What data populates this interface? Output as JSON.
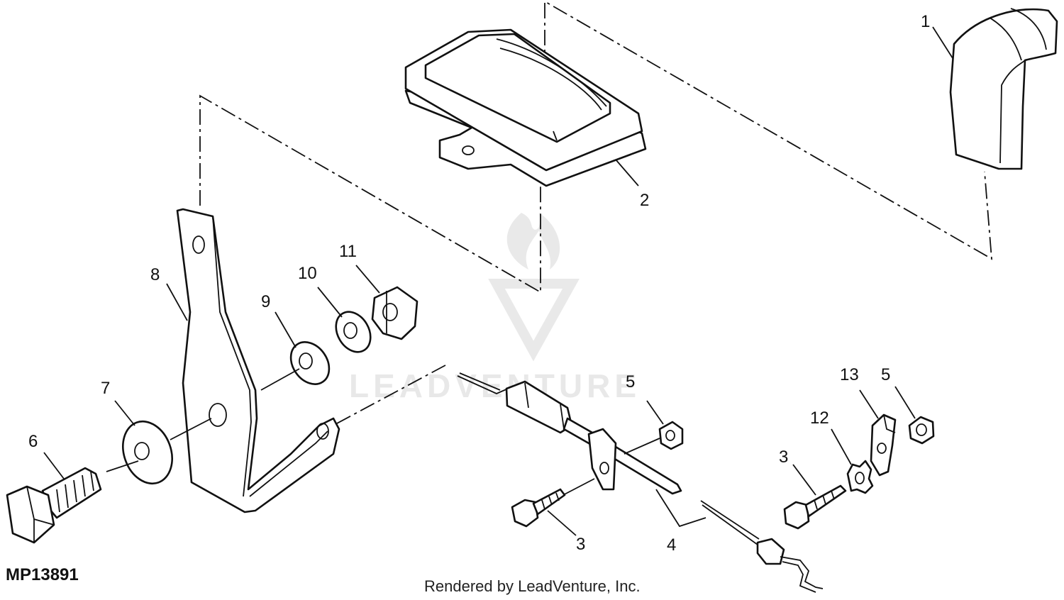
{
  "diagram": {
    "figure_id": "MP13891",
    "credit": "Rendered by LeadVenture, Inc.",
    "watermark": "LEADVENTURE",
    "callouts": [
      {
        "id": "c1",
        "label": "1"
      },
      {
        "id": "c2",
        "label": "2"
      },
      {
        "id": "c3a",
        "label": "3"
      },
      {
        "id": "c3b",
        "label": "3"
      },
      {
        "id": "c4",
        "label": "4"
      },
      {
        "id": "c5a",
        "label": "5"
      },
      {
        "id": "c5b",
        "label": "5"
      },
      {
        "id": "c6",
        "label": "6"
      },
      {
        "id": "c7",
        "label": "7"
      },
      {
        "id": "c8",
        "label": "8"
      },
      {
        "id": "c9",
        "label": "9"
      },
      {
        "id": "c10",
        "label": "10"
      },
      {
        "id": "c11",
        "label": "11"
      },
      {
        "id": "c12",
        "label": "12"
      },
      {
        "id": "c13",
        "label": "13"
      }
    ]
  }
}
